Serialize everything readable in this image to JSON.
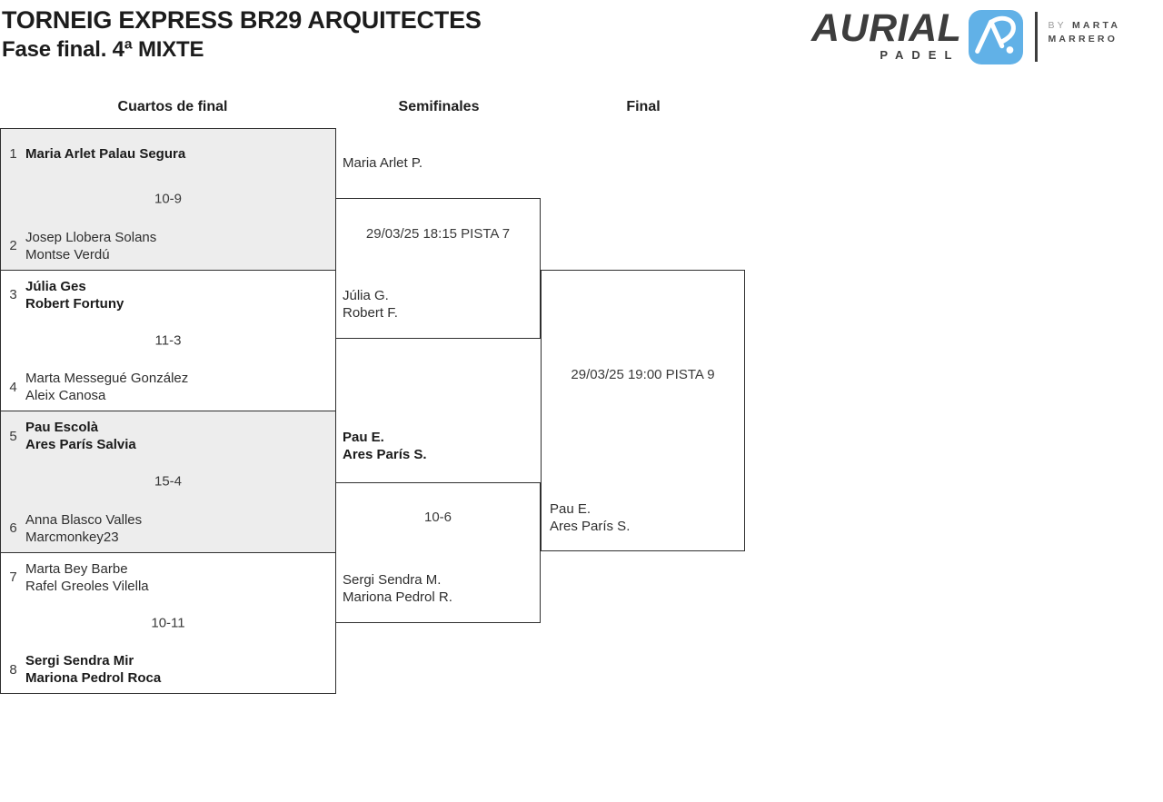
{
  "header": {
    "title": "TORNEIG EXPRESS BR29 ARQUITECTES",
    "subtitle": "Fase final. 4ª MIXTE"
  },
  "logo": {
    "brand": "AURIAL",
    "brand_sub": "PADEL",
    "by_prefix": "BY",
    "by_name_line1": "MARTA",
    "by_name_line2": "MARRERO",
    "colors": {
      "tile_blue": "#61b1e7",
      "ink": "#3d3d3d"
    }
  },
  "colors": {
    "match_shade": "#ededed",
    "border": "#2f2f2f",
    "text": "#2e2e2e"
  },
  "round_headers": {
    "quarterfinals": "Cuartos de final",
    "semifinals": "Semifinales",
    "final": "Final"
  },
  "quarterfinals": [
    {
      "score": "10-9",
      "top": {
        "seed": "1",
        "line1": "Maria Arlet Palau Segura",
        "line2": "",
        "winner": true
      },
      "bottom": {
        "seed": "2",
        "line1": "Josep Llobera Solans",
        "line2": "Montse Verdú",
        "winner": false
      }
    },
    {
      "score": "11-3",
      "top": {
        "seed": "3",
        "line1": "Júlia Ges",
        "line2": "Robert Fortuny",
        "winner": true
      },
      "bottom": {
        "seed": "4",
        "line1": "Marta Messegué González",
        "line2": "Aleix Canosa",
        "winner": false
      }
    },
    {
      "score": "15-4",
      "top": {
        "seed": "5",
        "line1": "Pau Escolà",
        "line2": "Ares París Salvia",
        "winner": true
      },
      "bottom": {
        "seed": "6",
        "line1": "Anna Blasco Valles",
        "line2": "Marcmonkey23",
        "winner": false
      }
    },
    {
      "score": "10-11",
      "top": {
        "seed": "7",
        "line1": "Marta Bey Barbe",
        "line2": "Rafel Greoles Vilella",
        "winner": false
      },
      "bottom": {
        "seed": "8",
        "line1": "Sergi Sendra Mir",
        "line2": "Mariona Pedrol Roca",
        "winner": true
      }
    }
  ],
  "semifinals": [
    {
      "schedule": "29/03/25 18:15 PISTA 7",
      "top": {
        "line1": "Maria Arlet P.",
        "line2": "",
        "winner": false
      },
      "bottom": {
        "line1": "Júlia G.",
        "line2": "Robert F.",
        "winner": false
      }
    },
    {
      "score": "10-6",
      "top": {
        "line1": "Pau E.",
        "line2": "Ares París S.",
        "winner": true
      },
      "bottom": {
        "line1": "Sergi Sendra M.",
        "line2": "Mariona Pedrol R.",
        "winner": false
      }
    }
  ],
  "final": {
    "schedule": "29/03/25 19:00 PISTA 9",
    "team": {
      "line1": "Pau E.",
      "line2": "Ares París S.",
      "winner": false
    }
  }
}
